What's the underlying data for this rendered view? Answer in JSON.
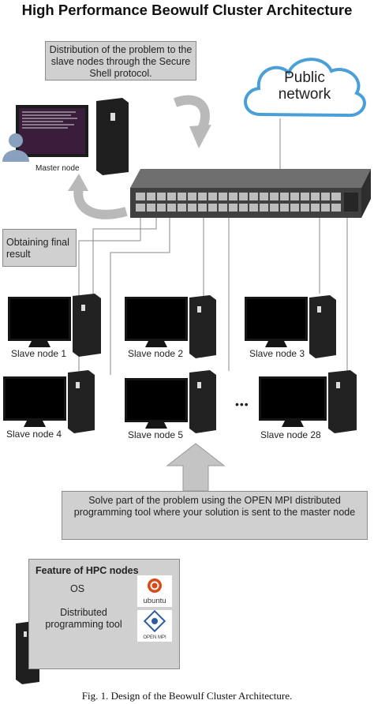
{
  "title": "High Performance Beowulf Cluster Architecture",
  "distribution_note": "Distribution of the problem to the slave nodes through the Secure Shell protocol.",
  "public_network": "Public network",
  "master_label": "Master node",
  "result_note": "Obtaining final result",
  "slaves": [
    {
      "label": "Slave node 1"
    },
    {
      "label": "Slave node 2"
    },
    {
      "label": "Slave node 3"
    },
    {
      "label": "Slave node 4"
    },
    {
      "label": "Slave node 5"
    },
    {
      "label": "Slave node 28"
    }
  ],
  "ellipsis": "•••",
  "solve_note": "Solve part of the problem using the OPEN MPI distributed programming tool where your solution is sent to the master node",
  "features": {
    "heading": "Feature of HPC nodes",
    "os_label": "OS",
    "tool_label": "Distributed programming tool",
    "ubuntu_text": "ubuntu",
    "openmpi_text": "OPEN MPI"
  },
  "caption": "Fig. 1.    Design of the Beowulf Cluster Architecture.",
  "colors": {
    "box_fill": "#d0d0d0",
    "cloud_stroke": "#4a9fd8",
    "arrow_gray": "#b9b9b9",
    "ubuntu_orange": "#dd4814"
  }
}
